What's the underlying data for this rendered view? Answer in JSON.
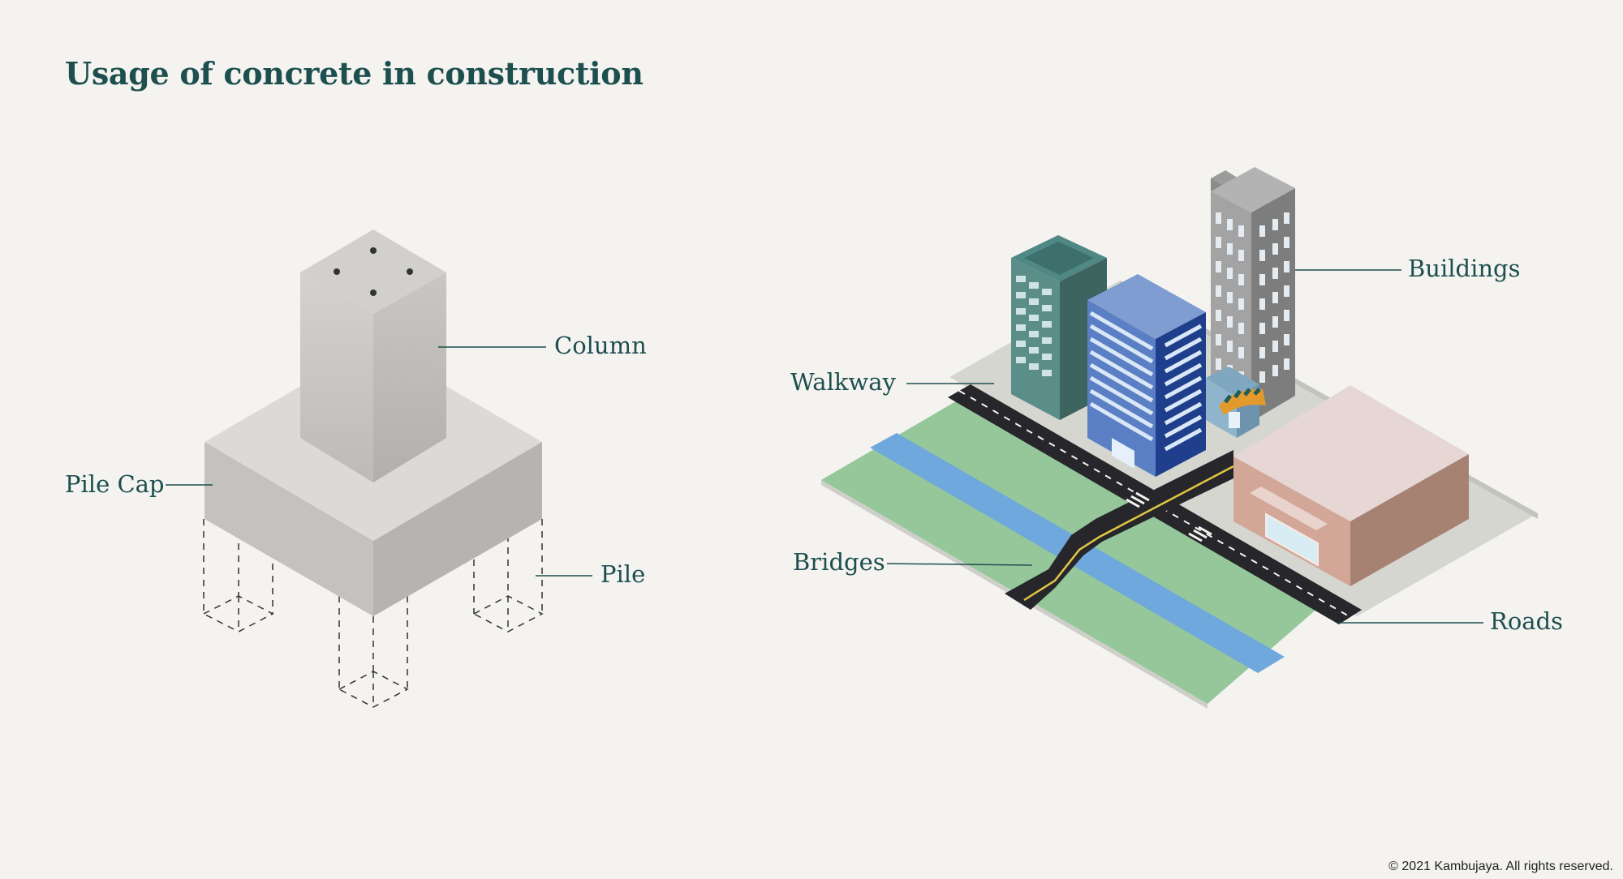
{
  "title": "Usage of concrete in construction",
  "foundation": {
    "labels": {
      "column": "Column",
      "pile_cap": "Pile Cap",
      "pile": "Pile"
    }
  },
  "city": {
    "labels": {
      "buildings": "Buildings",
      "walkway": "Walkway",
      "bridges": "Bridges",
      "roads": "Roads"
    }
  },
  "colors": {
    "heading": "#1d4f4f",
    "concrete": "#c8c6c1",
    "grass": "#95c79b",
    "river": "#6fa8dc",
    "road": "#26262b",
    "walkway": "#d6d6d0"
  },
  "copyright": "© 2021 Kambujaya. All rights reserved."
}
